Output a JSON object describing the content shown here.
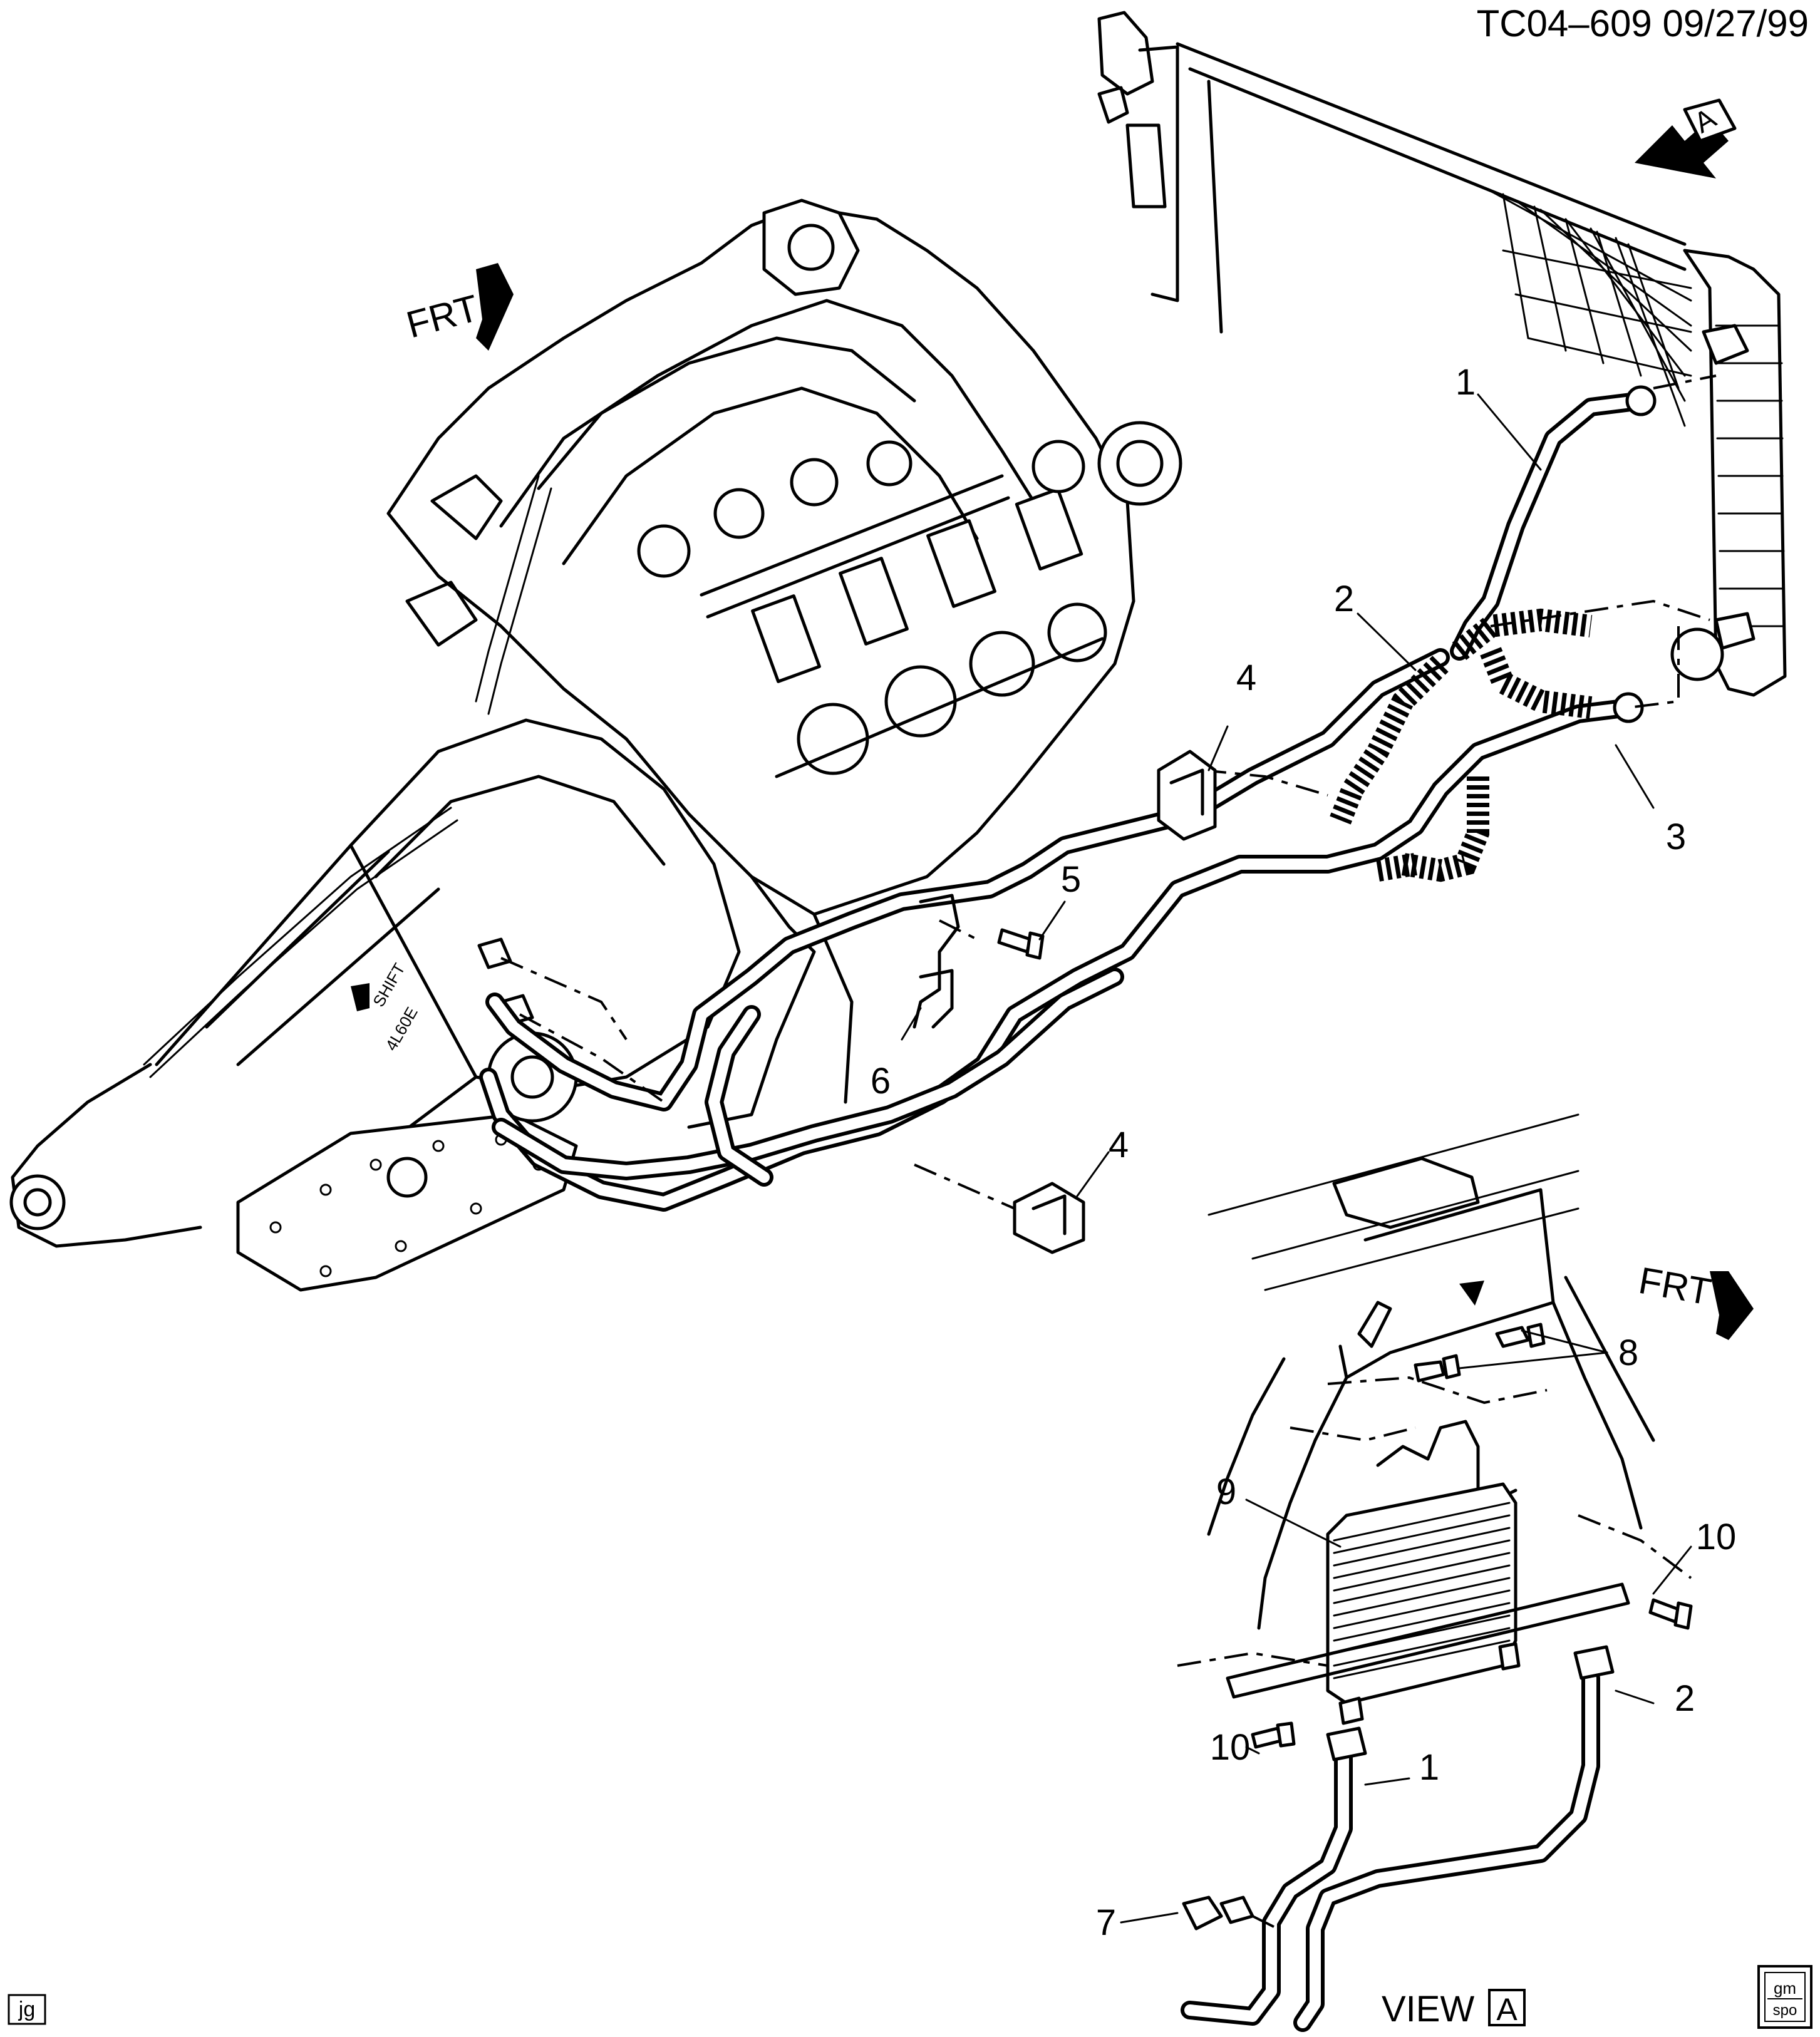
{
  "header": {
    "illustration_code": "TC04–609  09/27/99"
  },
  "orientation_labels": {
    "main_frt": "FRT",
    "view_frt": "FRT",
    "view_reference": "A",
    "view_caption_word": "VIEW",
    "view_caption_letter": "A"
  },
  "transmission_marks": [
    "SHIFT",
    "4L60E"
  ],
  "callouts": {
    "c1_main": "1",
    "c2_main": "2",
    "c3_main": "3",
    "c4_upper": "4",
    "c4_lower": "4",
    "c5": "5",
    "c6": "6",
    "c7": "7",
    "c8": "8",
    "c9": "9",
    "c10_right": "10",
    "c10_left": "10",
    "c1_view": "1",
    "c2_view": "2"
  },
  "footer": {
    "artist_initials": "jg",
    "logo_top": "gm",
    "logo_bottom": "spo"
  }
}
